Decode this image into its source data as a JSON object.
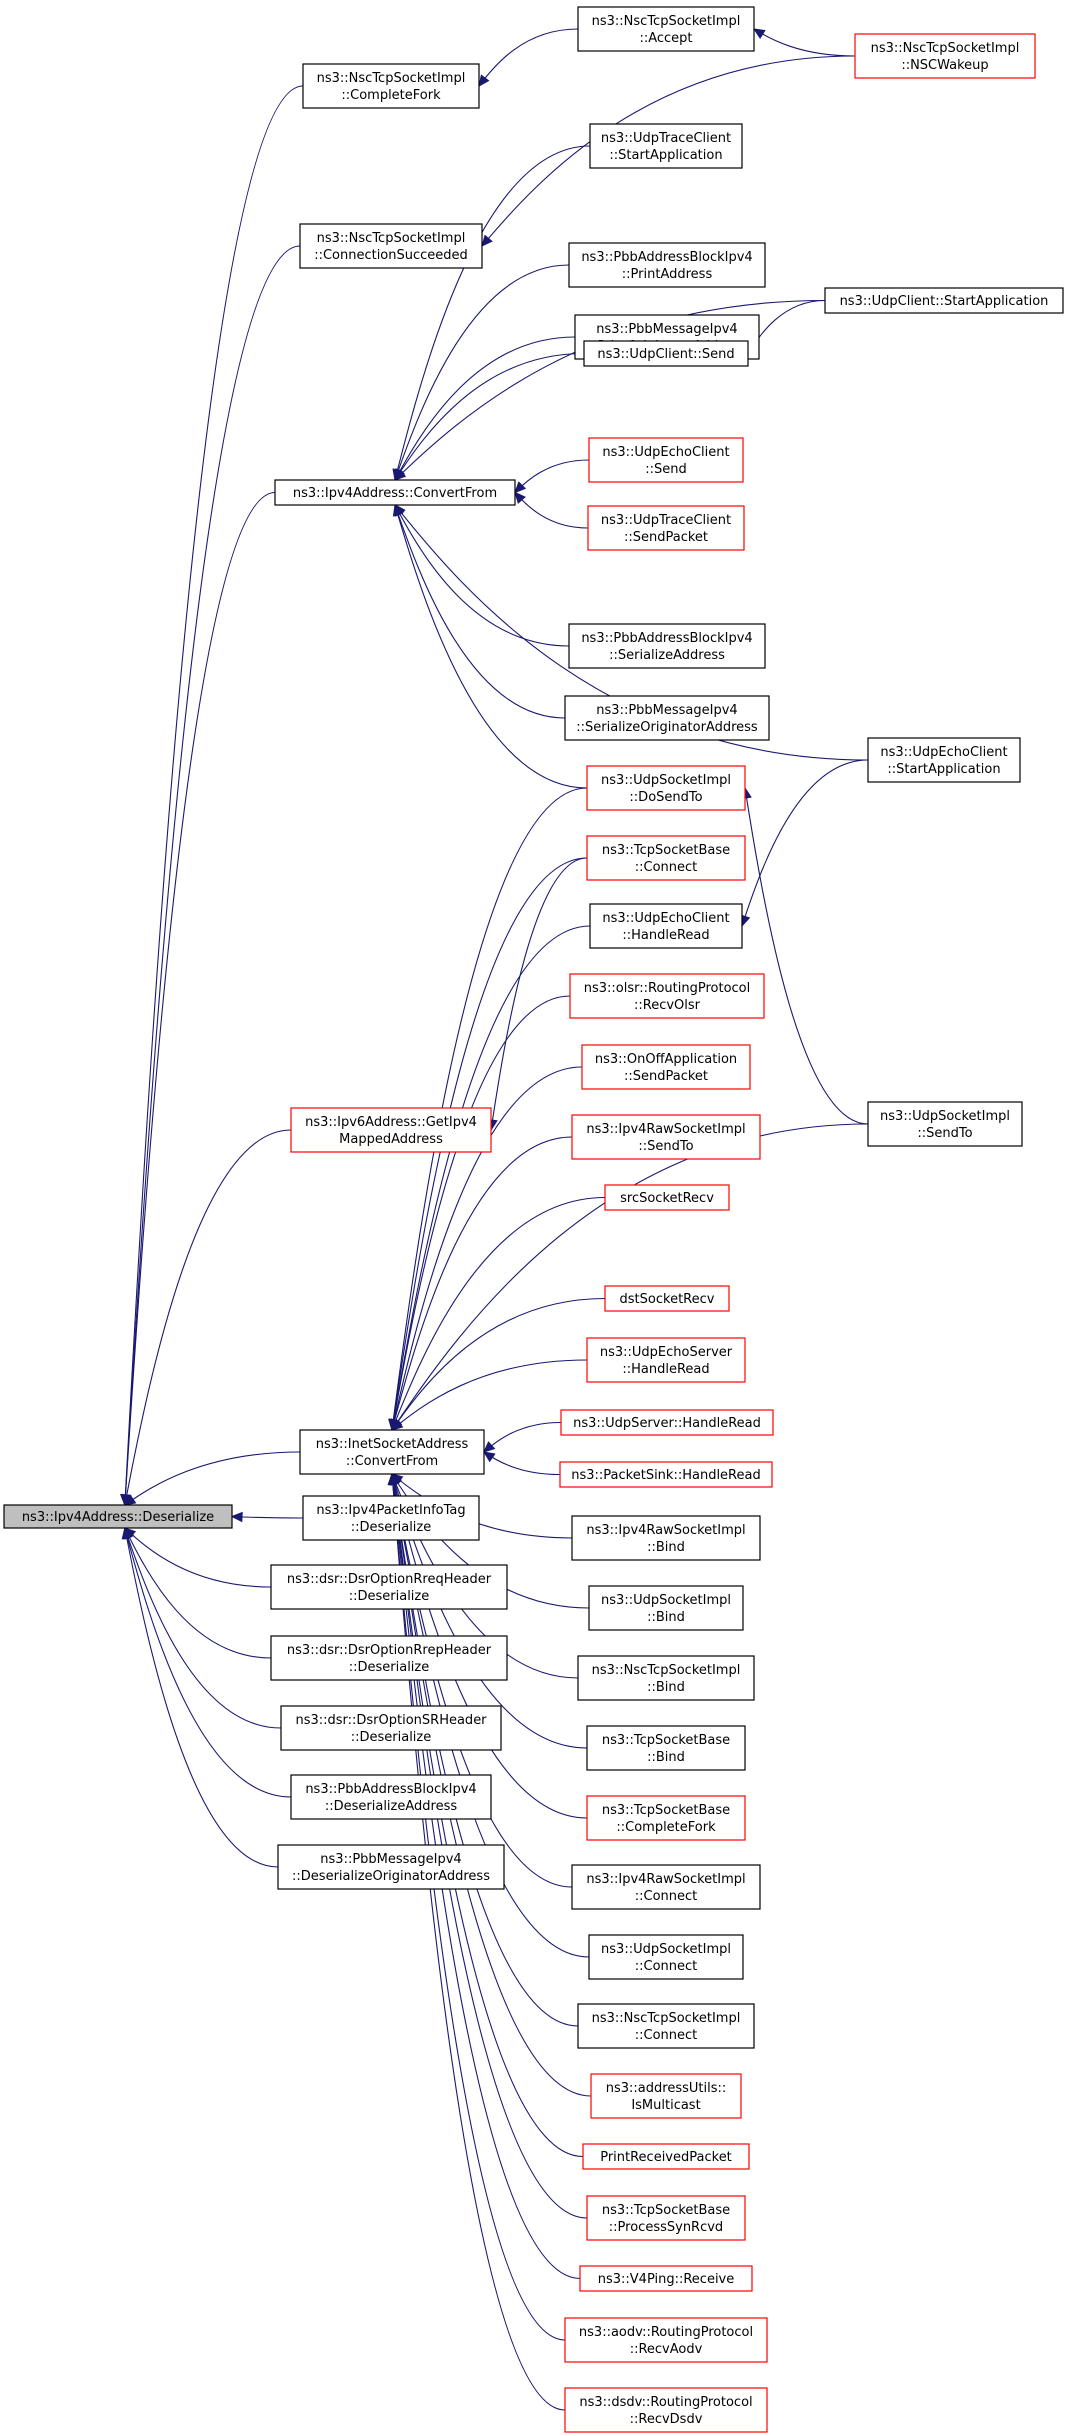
{
  "graph": {
    "root": "deserialize",
    "nodes": [
      {
        "id": "deserialize",
        "lines": [
          "ns3::Ipv4Address::Deserialize"
        ],
        "border": "root"
      },
      {
        "id": "ipv4_convertfrom",
        "lines": [
          "ns3::Ipv4Address::ConvertFrom"
        ],
        "border": "black"
      },
      {
        "id": "nsc_completefork",
        "lines": [
          "ns3::NscTcpSocketImpl",
          "::CompleteFork"
        ],
        "border": "black"
      },
      {
        "id": "nsc_accept",
        "lines": [
          "ns3::NscTcpSocketImpl",
          "::Accept"
        ],
        "border": "black"
      },
      {
        "id": "nsc_nscwakeup",
        "lines": [
          "ns3::NscTcpSocketImpl",
          "::NSCWakeup"
        ],
        "border": "red"
      },
      {
        "id": "nsc_connsucceeded",
        "lines": [
          "ns3::NscTcpSocketImpl",
          "::ConnectionSucceeded"
        ],
        "border": "black"
      },
      {
        "id": "udptrace_start",
        "lines": [
          "ns3::UdpTraceClient",
          "::StartApplication"
        ],
        "border": "black"
      },
      {
        "id": "pbbaddr_print",
        "lines": [
          "ns3::PbbAddressBlockIpv4",
          "::PrintAddress"
        ],
        "border": "black"
      },
      {
        "id": "pbbmsg_print",
        "lines": [
          "ns3::PbbMessageIpv4",
          "::PrintOriginatorAddress"
        ],
        "border": "black"
      },
      {
        "id": "udpclient_send",
        "lines": [
          "ns3::UdpClient::Send"
        ],
        "border": "black"
      },
      {
        "id": "udpclient_start",
        "lines": [
          "ns3::UdpClient::StartApplication"
        ],
        "border": "black"
      },
      {
        "id": "udpecho_send",
        "lines": [
          "ns3::UdpEchoClient",
          "::Send"
        ],
        "border": "red"
      },
      {
        "id": "udptrace_sendpacket",
        "lines": [
          "ns3::UdpTraceClient",
          "::SendPacket"
        ],
        "border": "red"
      },
      {
        "id": "pbbaddr_serialize",
        "lines": [
          "ns3::PbbAddressBlockIpv4",
          "::SerializeAddress"
        ],
        "border": "black"
      },
      {
        "id": "pbbmsg_serialize",
        "lines": [
          "ns3::PbbMessageIpv4",
          "::SerializeOriginatorAddress"
        ],
        "border": "black"
      },
      {
        "id": "udpsock_dosendto",
        "lines": [
          "ns3::UdpSocketImpl",
          "::DoSendTo"
        ],
        "border": "red"
      },
      {
        "id": "udpecho_start",
        "lines": [
          "ns3::UdpEchoClient",
          "::StartApplication"
        ],
        "border": "black"
      },
      {
        "id": "tcpbase_connect",
        "lines": [
          "ns3::TcpSocketBase",
          "::Connect"
        ],
        "border": "red"
      },
      {
        "id": "udpecho_handleread",
        "lines": [
          "ns3::UdpEchoClient",
          "::HandleRead"
        ],
        "border": "black"
      },
      {
        "id": "olsr_recv",
        "lines": [
          "ns3::olsr::RoutingProtocol",
          "::RecvOlsr"
        ],
        "border": "red"
      },
      {
        "id": "onoff_send",
        "lines": [
          "ns3::OnOffApplication",
          "::SendPacket"
        ],
        "border": "red"
      },
      {
        "id": "ipv4raw_sendto",
        "lines": [
          "ns3::Ipv4RawSocketImpl",
          "::SendTo"
        ],
        "border": "red"
      },
      {
        "id": "ipv6_getipv4",
        "lines": [
          "ns3::Ipv6Address::GetIpv4",
          "MappedAddress"
        ],
        "border": "red"
      },
      {
        "id": "udpsock_sendto",
        "lines": [
          "ns3::UdpSocketImpl",
          "::SendTo"
        ],
        "border": "black"
      },
      {
        "id": "srcsocketrecv",
        "lines": [
          "srcSocketRecv"
        ],
        "border": "red"
      },
      {
        "id": "dstsocketrecv",
        "lines": [
          "dstSocketRecv"
        ],
        "border": "red"
      },
      {
        "id": "udpechoserver_handleread",
        "lines": [
          "ns3::UdpEchoServer",
          "::HandleRead"
        ],
        "border": "red"
      },
      {
        "id": "inet_convertfrom",
        "lines": [
          "ns3::InetSocketAddress",
          "::ConvertFrom"
        ],
        "border": "black"
      },
      {
        "id": "udpserver_handleread",
        "lines": [
          "ns3::UdpServer::HandleRead"
        ],
        "border": "red"
      },
      {
        "id": "packetsink_handleread",
        "lines": [
          "ns3::PacketSink::HandleRead"
        ],
        "border": "red"
      },
      {
        "id": "ipv4pkt_deser",
        "lines": [
          "ns3::Ipv4PacketInfoTag",
          "::Deserialize"
        ],
        "border": "black"
      },
      {
        "id": "ipv4raw_bind",
        "lines": [
          "ns3::Ipv4RawSocketImpl",
          "::Bind"
        ],
        "border": "black"
      },
      {
        "id": "dsr_rreq",
        "lines": [
          "ns3::dsr::DsrOptionRreqHeader",
          "::Deserialize"
        ],
        "border": "black"
      },
      {
        "id": "udpsock_bind",
        "lines": [
          "ns3::UdpSocketImpl",
          "::Bind"
        ],
        "border": "black"
      },
      {
        "id": "dsr_rrep",
        "lines": [
          "ns3::dsr::DsrOptionRrepHeader",
          "::Deserialize"
        ],
        "border": "black"
      },
      {
        "id": "nsc_bind",
        "lines": [
          "ns3::NscTcpSocketImpl",
          "::Bind"
        ],
        "border": "black"
      },
      {
        "id": "dsr_sr",
        "lines": [
          "ns3::dsr::DsrOptionSRHeader",
          "::Deserialize"
        ],
        "border": "black"
      },
      {
        "id": "tcpbase_bind",
        "lines": [
          "ns3::TcpSocketBase",
          "::Bind"
        ],
        "border": "black"
      },
      {
        "id": "pbbaddr_deser",
        "lines": [
          "ns3::PbbAddressBlockIpv4",
          "::DeserializeAddress"
        ],
        "border": "black"
      },
      {
        "id": "tcpbase_completefork",
        "lines": [
          "ns3::TcpSocketBase",
          "::CompleteFork"
        ],
        "border": "red"
      },
      {
        "id": "pbbmsg_deser",
        "lines": [
          "ns3::PbbMessageIpv4",
          "::DeserializeOriginatorAddress"
        ],
        "border": "black"
      },
      {
        "id": "ipv4raw_connect",
        "lines": [
          "ns3::Ipv4RawSocketImpl",
          "::Connect"
        ],
        "border": "black"
      },
      {
        "id": "udpsock_connect",
        "lines": [
          "ns3::UdpSocketImpl",
          "::Connect"
        ],
        "border": "black"
      },
      {
        "id": "nsc_connect",
        "lines": [
          "ns3::NscTcpSocketImpl",
          "::Connect"
        ],
        "border": "black"
      },
      {
        "id": "addrutils_ismulticast",
        "lines": [
          "ns3::addressUtils::",
          "IsMulticast"
        ],
        "border": "red"
      },
      {
        "id": "printreceivedpacket",
        "lines": [
          "PrintReceivedPacket"
        ],
        "border": "red"
      },
      {
        "id": "tcpbase_processsynrcvd",
        "lines": [
          "ns3::TcpSocketBase",
          "::ProcessSynRcvd"
        ],
        "border": "red"
      },
      {
        "id": "v4ping_receive",
        "lines": [
          "ns3::V4Ping::Receive"
        ],
        "border": "red"
      },
      {
        "id": "aodv_recv",
        "lines": [
          "ns3::aodv::RoutingProtocol",
          "::RecvAodv"
        ],
        "border": "red"
      },
      {
        "id": "dsdv_recv",
        "lines": [
          "ns3::dsdv::RoutingProtocol",
          "::RecvDsdv"
        ],
        "border": "red"
      }
    ],
    "edges": [
      {
        "from": "ipv4_convertfrom",
        "to": "deserialize"
      },
      {
        "from": "nsc_completefork",
        "to": "deserialize"
      },
      {
        "from": "nsc_connsucceeded",
        "to": "deserialize"
      },
      {
        "from": "ipv6_getipv4",
        "to": "deserialize"
      },
      {
        "from": "inet_convertfrom",
        "to": "deserialize"
      },
      {
        "from": "ipv4pkt_deser",
        "to": "deserialize"
      },
      {
        "from": "dsr_rreq",
        "to": "deserialize"
      },
      {
        "from": "dsr_rrep",
        "to": "deserialize"
      },
      {
        "from": "dsr_sr",
        "to": "deserialize"
      },
      {
        "from": "pbbaddr_deser",
        "to": "deserialize"
      },
      {
        "from": "pbbmsg_deser",
        "to": "deserialize"
      },
      {
        "from": "nsc_accept",
        "to": "nsc_completefork"
      },
      {
        "from": "nsc_nscwakeup",
        "to": "nsc_accept"
      },
      {
        "from": "nsc_nscwakeup",
        "to": "nsc_connsucceeded"
      },
      {
        "from": "udptrace_start",
        "to": "ipv4_convertfrom"
      },
      {
        "from": "udpclient_start",
        "to": "ipv4_convertfrom"
      },
      {
        "from": "pbbaddr_print",
        "to": "ipv4_convertfrom"
      },
      {
        "from": "pbbmsg_print",
        "to": "ipv4_convertfrom"
      },
      {
        "from": "udpclient_send",
        "to": "ipv4_convertfrom"
      },
      {
        "from": "udpecho_send",
        "to": "ipv4_convertfrom"
      },
      {
        "from": "udptrace_sendpacket",
        "to": "ipv4_convertfrom"
      },
      {
        "from": "udpecho_start",
        "to": "ipv4_convertfrom"
      },
      {
        "from": "pbbaddr_serialize",
        "to": "ipv4_convertfrom"
      },
      {
        "from": "pbbmsg_serialize",
        "to": "ipv4_convertfrom"
      },
      {
        "from": "udpsock_dosendto",
        "to": "ipv4_convertfrom"
      },
      {
        "from": "udpclient_start",
        "to": "udpclient_send"
      },
      {
        "from": "udpecho_start",
        "to": "udpecho_handleread"
      },
      {
        "from": "udpsock_sendto",
        "to": "udpsock_dosendto"
      },
      {
        "from": "tcpbase_connect",
        "to": "ipv6_getipv4"
      },
      {
        "from": "udpsock_dosendto",
        "to": "inet_convertfrom"
      },
      {
        "from": "tcpbase_connect",
        "to": "inet_convertfrom"
      },
      {
        "from": "udpecho_handleread",
        "to": "inet_convertfrom"
      },
      {
        "from": "olsr_recv",
        "to": "inet_convertfrom"
      },
      {
        "from": "onoff_send",
        "to": "inet_convertfrom"
      },
      {
        "from": "ipv4raw_sendto",
        "to": "inet_convertfrom"
      },
      {
        "from": "srcsocketrecv",
        "to": "inet_convertfrom"
      },
      {
        "from": "udpsock_sendto",
        "to": "inet_convertfrom"
      },
      {
        "from": "dstsocketrecv",
        "to": "inet_convertfrom"
      },
      {
        "from": "udpechoserver_handleread",
        "to": "inet_convertfrom"
      },
      {
        "from": "udpserver_handleread",
        "to": "inet_convertfrom"
      },
      {
        "from": "packetsink_handleread",
        "to": "inet_convertfrom"
      },
      {
        "from": "ipv4raw_bind",
        "to": "inet_convertfrom"
      },
      {
        "from": "udpsock_bind",
        "to": "inet_convertfrom"
      },
      {
        "from": "nsc_bind",
        "to": "inet_convertfrom"
      },
      {
        "from": "tcpbase_bind",
        "to": "inet_convertfrom"
      },
      {
        "from": "tcpbase_completefork",
        "to": "inet_convertfrom"
      },
      {
        "from": "ipv4raw_connect",
        "to": "inet_convertfrom"
      },
      {
        "from": "udpsock_connect",
        "to": "inet_convertfrom"
      },
      {
        "from": "nsc_connect",
        "to": "inet_convertfrom"
      },
      {
        "from": "addrutils_ismulticast",
        "to": "inet_convertfrom"
      },
      {
        "from": "printreceivedpacket",
        "to": "inet_convertfrom"
      },
      {
        "from": "tcpbase_processsynrcvd",
        "to": "inet_convertfrom"
      },
      {
        "from": "v4ping_receive",
        "to": "inet_convertfrom"
      },
      {
        "from": "aodv_recv",
        "to": "inet_convertfrom"
      },
      {
        "from": "dsdv_recv",
        "to": "inet_convertfrom"
      }
    ]
  }
}
